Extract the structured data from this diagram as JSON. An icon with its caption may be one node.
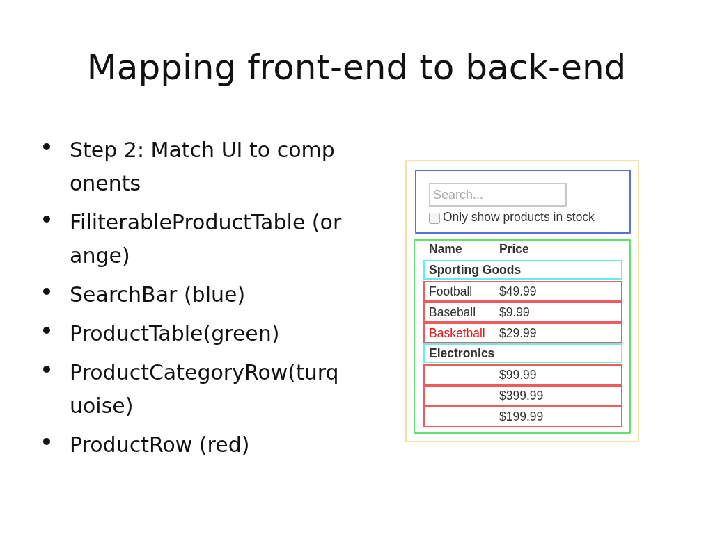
{
  "diagram": {
    "title": "Mapping front-end to back-end",
    "nodes": [
      {
        "text": [],
        "shape": "box"
      },
      {
        "text": [],
        "shape": "box",
        "in": 0
      },
      {
        "text": [
          "Search..."
        ],
        "in": 1
      },
      {
        "text": [],
        "shape": "box",
        "in": 0
      },
      {
        "text": [
          "Sporting Goods"
        ],
        "in": 3
      },
      {
        "text": [
          "Football",
          "$49.99"
        ],
        "in": 3
      },
      {
        "text": [
          "Baseball",
          "$9.99"
        ],
        "in": 3
      },
      {
        "text": [
          "Basketball",
          "$29.99"
        ],
        "in": 3
      },
      {
        "text": [
          "Electronics"
        ],
        "in": 3
      },
      {
        "text": [
          "$99.99"
        ],
        "in": 3
      },
      {
        "text": [
          "$399.99"
        ],
        "in": 3
      },
      {
        "text": [
          "$199.99"
        ],
        "in": 3
      }
    ],
    "labels": [
      "Step 2: Match UI to components",
      "FiliterableProductTable (orange)",
      "SearchBar (blue)",
      "ProductTable(green)",
      "ProductCategoryRow(turquoise)",
      "ProductRow (red)",
      "Only show products in stock",
      "Name",
      "Price"
    ]
  }
}
